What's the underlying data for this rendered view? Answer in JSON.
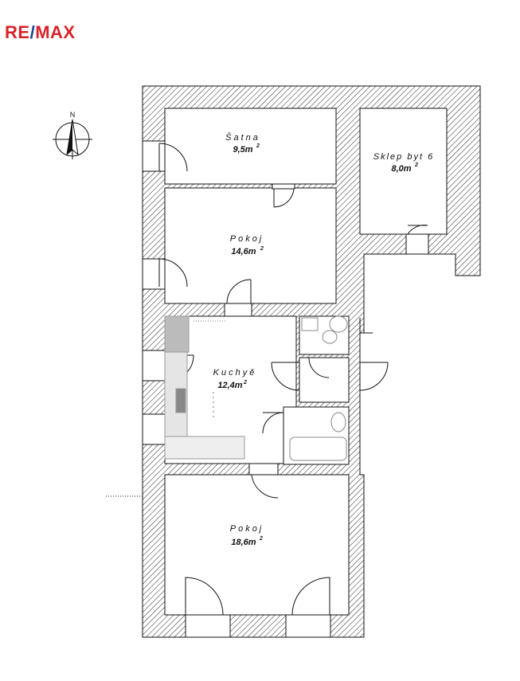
{
  "brand": {
    "part1": "RE",
    "slash": "/",
    "part2": "MAX",
    "color": "#d8232a",
    "slash_color": "#1c3f94"
  },
  "compass": {
    "label": "N"
  },
  "rooms": {
    "satna": {
      "name": "Šatna",
      "area": "9,5m",
      "sup": "2"
    },
    "sklep": {
      "name": "Sklep byt 6",
      "area": "8,0m",
      "sup": "2"
    },
    "pokoj1": {
      "name": "Pokoj",
      "area": "14,6m",
      "sup": "2"
    },
    "kuchyne": {
      "name": "Kuchyě",
      "area": "12,4m",
      "sup": "2"
    },
    "pokoj2": {
      "name": "Pokoj",
      "area": "18,6m",
      "sup": "2"
    }
  },
  "colors": {
    "wall_hatch": "#222222",
    "wall_bg": "#ffffff",
    "line": "#111111"
  }
}
